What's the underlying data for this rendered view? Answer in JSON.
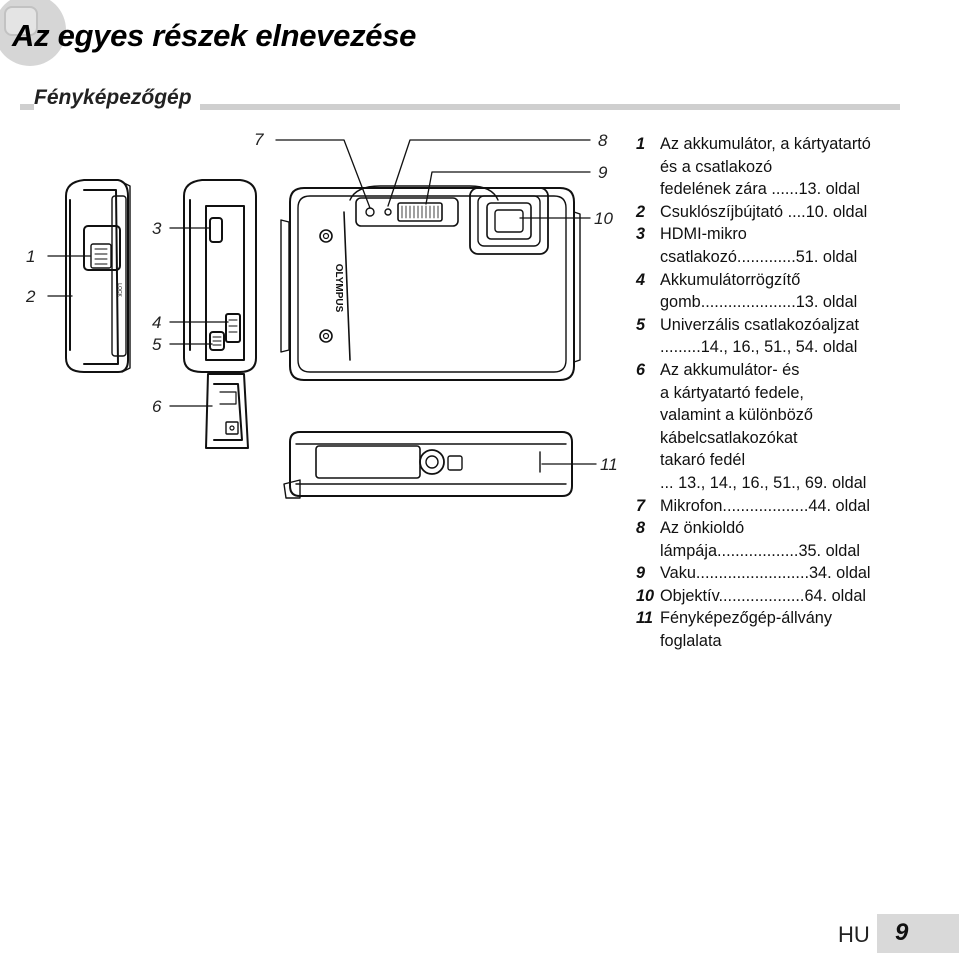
{
  "header": {
    "title": "Az egyes részek elnevezése",
    "section": "Fényképezőgép"
  },
  "diagram": {
    "callouts": [
      "1",
      "2",
      "3",
      "4",
      "5",
      "6",
      "7",
      "8",
      "9",
      "10",
      "11"
    ],
    "brand": "OLYMPUS",
    "lock_label": "LOCK"
  },
  "legend": [
    {
      "num": "1",
      "lines": [
        "Az akkumulátor, a kártyatartó",
        "és a csatlakozó",
        "fedelének zára ......13. oldal"
      ]
    },
    {
      "num": "2",
      "lines": [
        "Csuklószíjbújtató ....10. oldal"
      ]
    },
    {
      "num": "3",
      "lines": [
        "HDMI-mikro",
        "csatlakozó.............51. oldal"
      ]
    },
    {
      "num": "4",
      "lines": [
        "Akkumulátorrögzítő",
        "gomb.....................13. oldal"
      ]
    },
    {
      "num": "5",
      "lines": [
        "Univerzális csatlakozóaljzat",
        ".........14., 16., 51., 54. oldal"
      ]
    },
    {
      "num": "6",
      "lines": [
        "Az akkumulátor- és",
        "a kártyatartó fedele,",
        "valamint a különböző",
        "kábelcsatlakozókat",
        "takaró fedél",
        "... 13., 14., 16., 51., 69. oldal"
      ]
    },
    {
      "num": "7",
      "lines": [
        "Mikrofon...................44. oldal"
      ]
    },
    {
      "num": "8",
      "lines": [
        "Az önkioldó",
        "lámpája..................35. oldal"
      ]
    },
    {
      "num": "9",
      "lines": [
        "Vaku.........................34. oldal"
      ]
    },
    {
      "num": "10",
      "lines": [
        "Objektív...................64. oldal"
      ]
    },
    {
      "num": "11",
      "lines": [
        "Fényképezőgép-állvány",
        "foglalata"
      ]
    }
  ],
  "footer": {
    "lang": "HU",
    "page": "9"
  }
}
